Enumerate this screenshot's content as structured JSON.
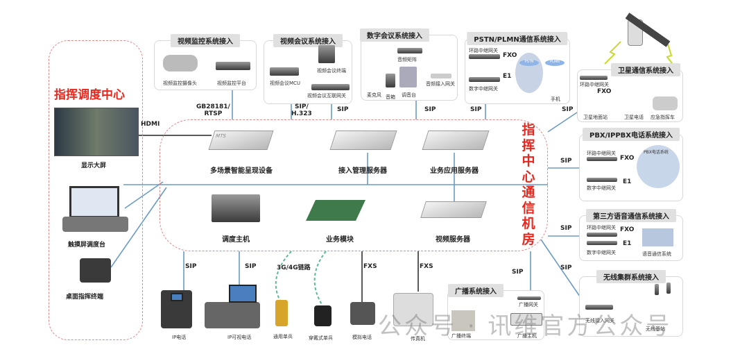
{
  "command_center": {
    "title": "指挥调度中心",
    "display": "显示大屏",
    "touch_console": "触摸屏调度台",
    "desk_terminal": "桌面指挥终端"
  },
  "machine_room": {
    "title": "指挥中心通信机房",
    "mts_brand": "MTS",
    "devices": [
      "多场景智能呈现设备",
      "接入管理服务器",
      "业务应用服务器",
      "调度主机",
      "业务模块",
      "视频服务器"
    ]
  },
  "video_surveillance": {
    "title": "视频监控系统接入",
    "items": [
      "视频监控摄像头",
      "视频监控平台"
    ]
  },
  "video_conference": {
    "title": "视频会议系统接入",
    "items": [
      "视频会议MCU",
      "视频会议终端",
      "视频会议互联网关"
    ]
  },
  "digital_conference": {
    "title": "数字会议系统接入",
    "items": [
      "音频矩阵",
      "音频接入网关",
      "麦克风",
      "音箱",
      "调音台"
    ]
  },
  "pstn": {
    "title": "PSTN/PLMN通信系统接入",
    "items": [
      "环路中继网关",
      "数字中继网关",
      "手机"
    ],
    "clouds": [
      "PSTN",
      "PLMN"
    ],
    "links": [
      "FXO",
      "E1"
    ]
  },
  "satellite": {
    "title": "卫星通信系统接入",
    "items": [
      "环路中继网关",
      "卫星地面站",
      "卫星电话",
      "应急指挥车"
    ],
    "link": "FXO"
  },
  "pbx": {
    "title": "PBX/IPPBX电话系统接入",
    "items": [
      "环路中继网关",
      "数字中继网关",
      "PBX电话系统"
    ],
    "links": [
      "FXO",
      "E1"
    ]
  },
  "third_party": {
    "title": "第三方语音通信系统接入",
    "items": [
      "环路中继网关",
      "数字中继网关",
      "语音通信系统"
    ],
    "links": [
      "FXO",
      "E1"
    ]
  },
  "trunking": {
    "title": "无线集群系统接入",
    "items": [
      "无线接入网关",
      "无线基站"
    ]
  },
  "broadcast": {
    "title": "广播系统接入",
    "items": [
      "广播网关",
      "广播终端",
      "广播主机"
    ]
  },
  "terminals": [
    "IP电话",
    "IP可视电话",
    "通用单兵",
    "穿戴式单兵",
    "模拟电话",
    "传真机"
  ],
  "link_labels": {
    "hdmi": "HDMI",
    "gb": "GB28181/\nRTSP",
    "sip_h323": "SIP/\nH.323",
    "sip": "SIP",
    "g34": "3G/4G链路",
    "fxs": "FXS"
  },
  "watermark": "公众号 · 讯维官方公众号",
  "colors": {
    "accent_red": "#e8281e",
    "link_blue": "#6b9ac4",
    "dash_red": "#d98a8a"
  }
}
